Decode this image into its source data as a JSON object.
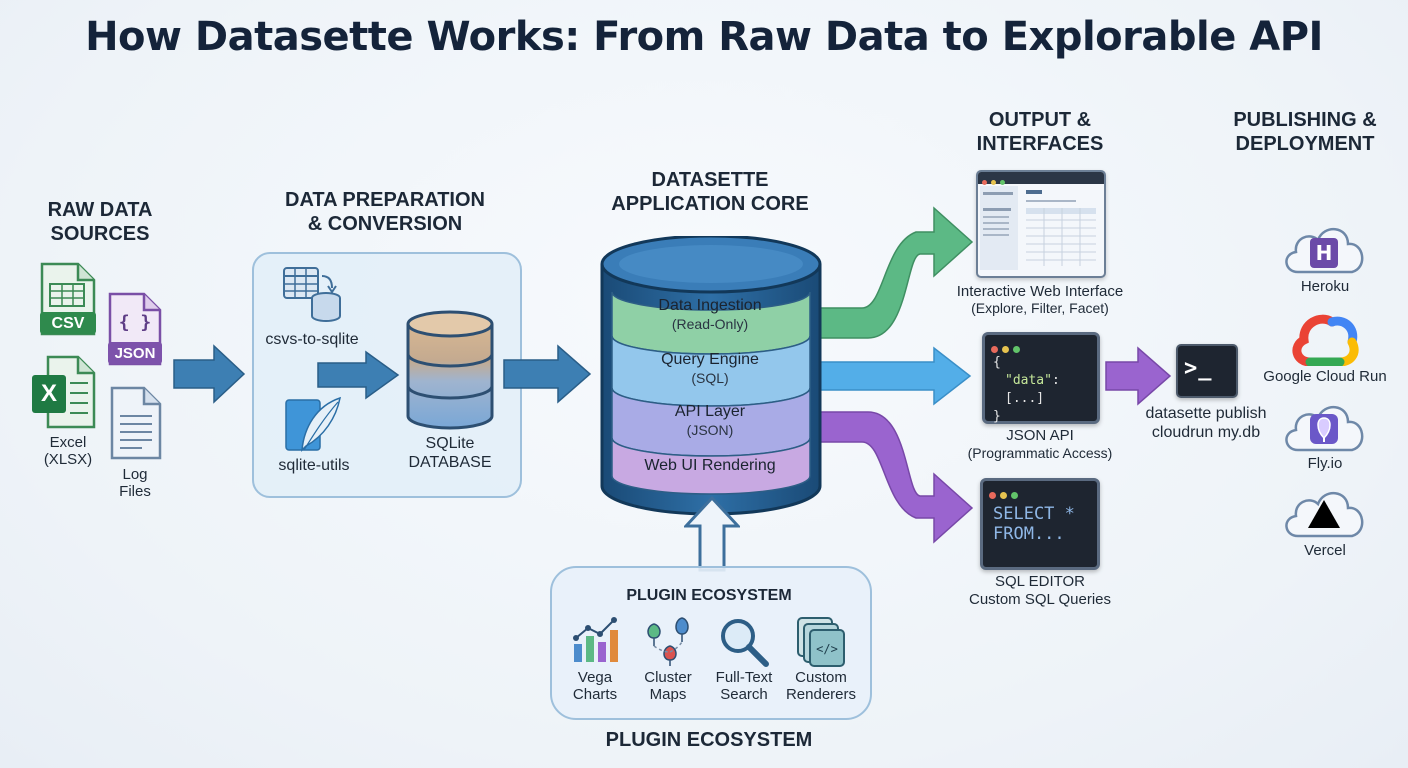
{
  "title": "How Datasette Works: From Raw Data to Explorable API",
  "sections": {
    "raw": "RAW DATA\nSOURCES",
    "prep": "DATA PREPARATION\n& CONVERSION",
    "core": "DATASETTE\nAPPLICATION CORE",
    "output": "OUTPUT &\nINTERFACES",
    "publish": "PUBLISHING &\nDEPLOYMENT"
  },
  "raw_sources": {
    "csv_badge": "CSV",
    "json_badge": "JSON",
    "json_glyph": "{ }",
    "excel_letter": "X",
    "excel_label": "Excel\n(XLSX)",
    "log_label": "Log\nFiles"
  },
  "prep": {
    "csvs_tool": "csvs-to-sqlite",
    "sqlite_utils": "sqlite-utils",
    "sqlite_db": "SQLite\nDATABASE"
  },
  "core_layers": [
    {
      "name": "Data Ingestion",
      "sub": "(Read-Only)",
      "color": "#8fd0a6"
    },
    {
      "name": "Query Engine",
      "sub": "(SQL)",
      "color": "#93c7ec"
    },
    {
      "name": "API Layer",
      "sub": "(JSON)",
      "color": "#a9abe6"
    },
    {
      "name": "Web UI Rendering",
      "sub": "",
      "color": "#c8a9e2"
    }
  ],
  "plugins": {
    "panel_title": "PLUGIN ECOSYSTEM",
    "footer": "PLUGIN ECOSYSTEM",
    "items": [
      "Vega\nCharts",
      "Cluster\nMaps",
      "Full-Text\nSearch",
      "Custom\nRenderers"
    ]
  },
  "outputs": {
    "web_ui": {
      "title": "Interactive Web Interface",
      "sub": "(Explore, Filter, Facet)"
    },
    "json_api": {
      "title": "JSON API",
      "sub": "(Programmatic Access)",
      "code_open": "{",
      "code_key": "\"data\"",
      "code_rest": ": [...]",
      "code_close": "}"
    },
    "sql_editor": {
      "title": "SQL EDITOR",
      "sub": "Custom SQL Queries",
      "code_line1": "SELECT *",
      "code_line2": "FROM..."
    }
  },
  "publish_cmd": {
    "prompt": ">_",
    "label": "datasette publish\ncloudrun my.db"
  },
  "platforms": [
    {
      "name": "Heroku",
      "glyph": "H"
    },
    {
      "name": "Google Cloud Run",
      "glyph": ""
    },
    {
      "name": "Fly.io",
      "glyph": ""
    },
    {
      "name": "Vercel",
      "glyph": ""
    }
  ],
  "colors": {
    "arrow_blue": "#3d7fb3",
    "arrow_green": "#5cb985",
    "arrow_light_blue": "#53aee8",
    "arrow_purple": "#9a64cf",
    "cylinder_dark": "#1d4f7c"
  }
}
